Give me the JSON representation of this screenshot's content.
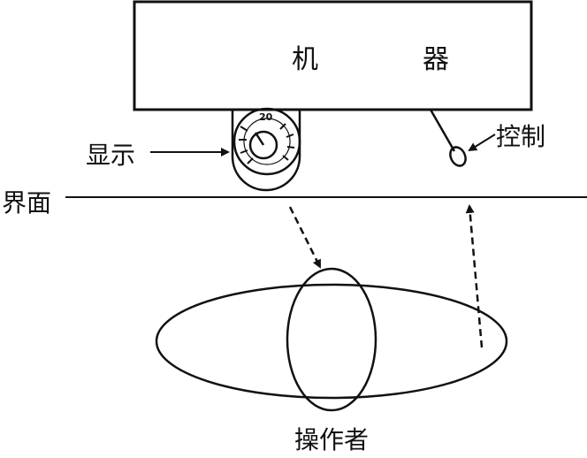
{
  "labels": {
    "machine": "机　器",
    "display": "显示",
    "control": "控制",
    "interface": "界面",
    "operator": "操作者",
    "dial_number": "20"
  }
}
